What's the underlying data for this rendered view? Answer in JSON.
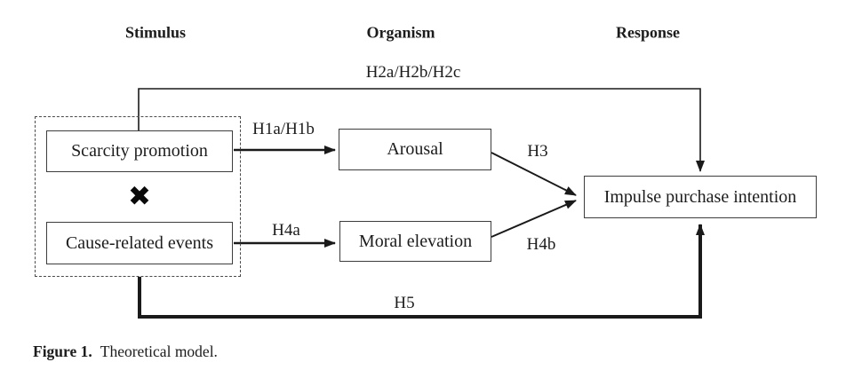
{
  "figure": {
    "caption_label": "Figure 1.",
    "caption_text": "Theoretical model."
  },
  "headers": {
    "stimulus": "Stimulus",
    "organism": "Organism",
    "response": "Response"
  },
  "boxes": {
    "scarcity": "Scarcity promotion",
    "cause": "Cause-related events",
    "arousal": "Arousal",
    "moral": "Moral elevation",
    "impulse": "Impulse purchase intention"
  },
  "labels": {
    "h1": "H1a/H1b",
    "h2": "H2a/H2b/H2c",
    "h3": "H3",
    "h4a": "H4a",
    "h4b": "H4b",
    "h5": "H5"
  },
  "symbols": {
    "interaction": "✖"
  },
  "colors": {
    "line": "#1a1a1a",
    "box_border": "#3d3d3d",
    "text": "#1c1c1c",
    "background": "#ffffff"
  },
  "edges": [
    {
      "id": "H1",
      "from": "Scarcity promotion",
      "to": "Arousal",
      "label": "H1a/H1b"
    },
    {
      "id": "H2",
      "from": "Scarcity promotion",
      "to": "Impulse purchase intention",
      "label": "H2a/H2b/H2c"
    },
    {
      "id": "H3",
      "from": "Arousal",
      "to": "Impulse purchase intention",
      "label": "H3"
    },
    {
      "id": "H4a",
      "from": "Cause-related events",
      "to": "Moral elevation",
      "label": "H4a"
    },
    {
      "id": "H4b",
      "from": "Moral elevation",
      "to": "Impulse purchase intention",
      "label": "H4b"
    },
    {
      "id": "H5",
      "from": "Stimulus group",
      "to": "Impulse purchase intention",
      "label": "H5"
    }
  ]
}
